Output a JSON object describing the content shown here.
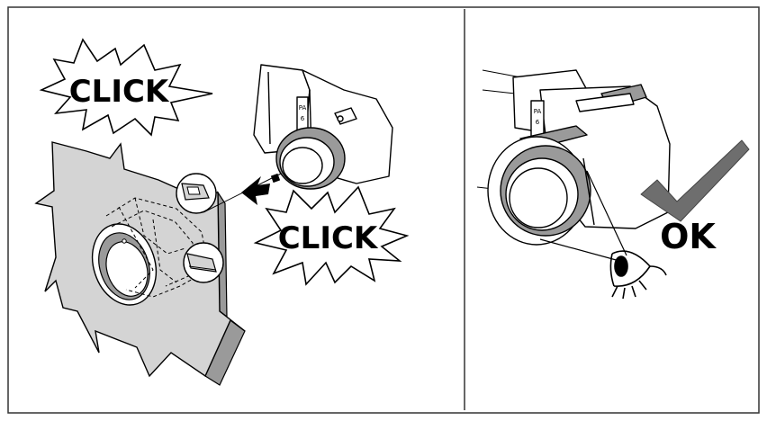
{
  "panels": {
    "left": {
      "click_top": "CLICK",
      "click_bottom": "CLICK",
      "connector_marks": [
        "▶PA6"
      ]
    },
    "right": {
      "ok_label": "OK",
      "connector_marks": [
        "▶PA6"
      ]
    }
  },
  "colors": {
    "border": "#333333",
    "bumper": "#d4d4d4",
    "lens_ring": "#9a9a9a",
    "checkmark": "#6e6e6e"
  },
  "icons": [
    "sparkle-burst-icon",
    "arrow-icon",
    "magnifier-circle-icon",
    "eye-icon",
    "checkmark-icon"
  ]
}
